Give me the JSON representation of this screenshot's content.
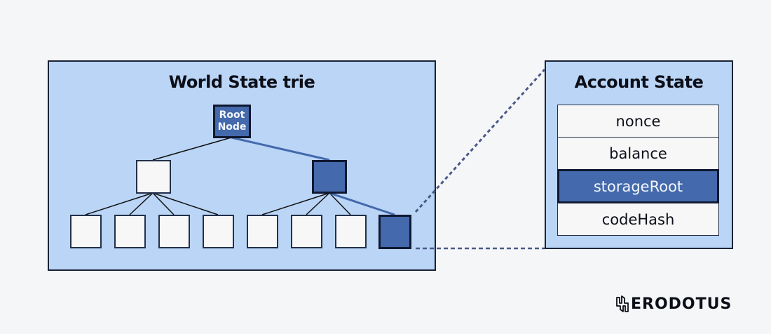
{
  "world_state": {
    "title": "World State trie",
    "root_label_line1": "Root",
    "root_label_line2": "Node",
    "levels": [
      {
        "nodes": [
          "root"
        ],
        "highlighted": [
          true
        ]
      },
      {
        "nodes": [
          "branch-left",
          "branch-right"
        ],
        "highlighted": [
          false,
          true
        ]
      },
      {
        "nodes": [
          "leaf-1",
          "leaf-2",
          "leaf-3",
          "leaf-4",
          "leaf-5",
          "leaf-6",
          "leaf-7",
          "leaf-8"
        ],
        "highlighted": [
          false,
          false,
          false,
          false,
          false,
          false,
          false,
          true
        ]
      }
    ]
  },
  "account_state": {
    "title": "Account State",
    "fields": [
      {
        "label": "nonce",
        "highlighted": false
      },
      {
        "label": "balance",
        "highlighted": false
      },
      {
        "label": "storageRoot",
        "highlighted": true
      },
      {
        "label": "codeHash",
        "highlighted": false
      }
    ]
  },
  "brand": {
    "name": "ERODOTUS",
    "icon": "herodotus-h-logo-icon"
  },
  "colors": {
    "panel_bg": "#bad5f6",
    "highlight": "#4469ac",
    "border": "#1b2236",
    "connector": "#4a5a88",
    "page_bg": "#f5f6f8"
  }
}
